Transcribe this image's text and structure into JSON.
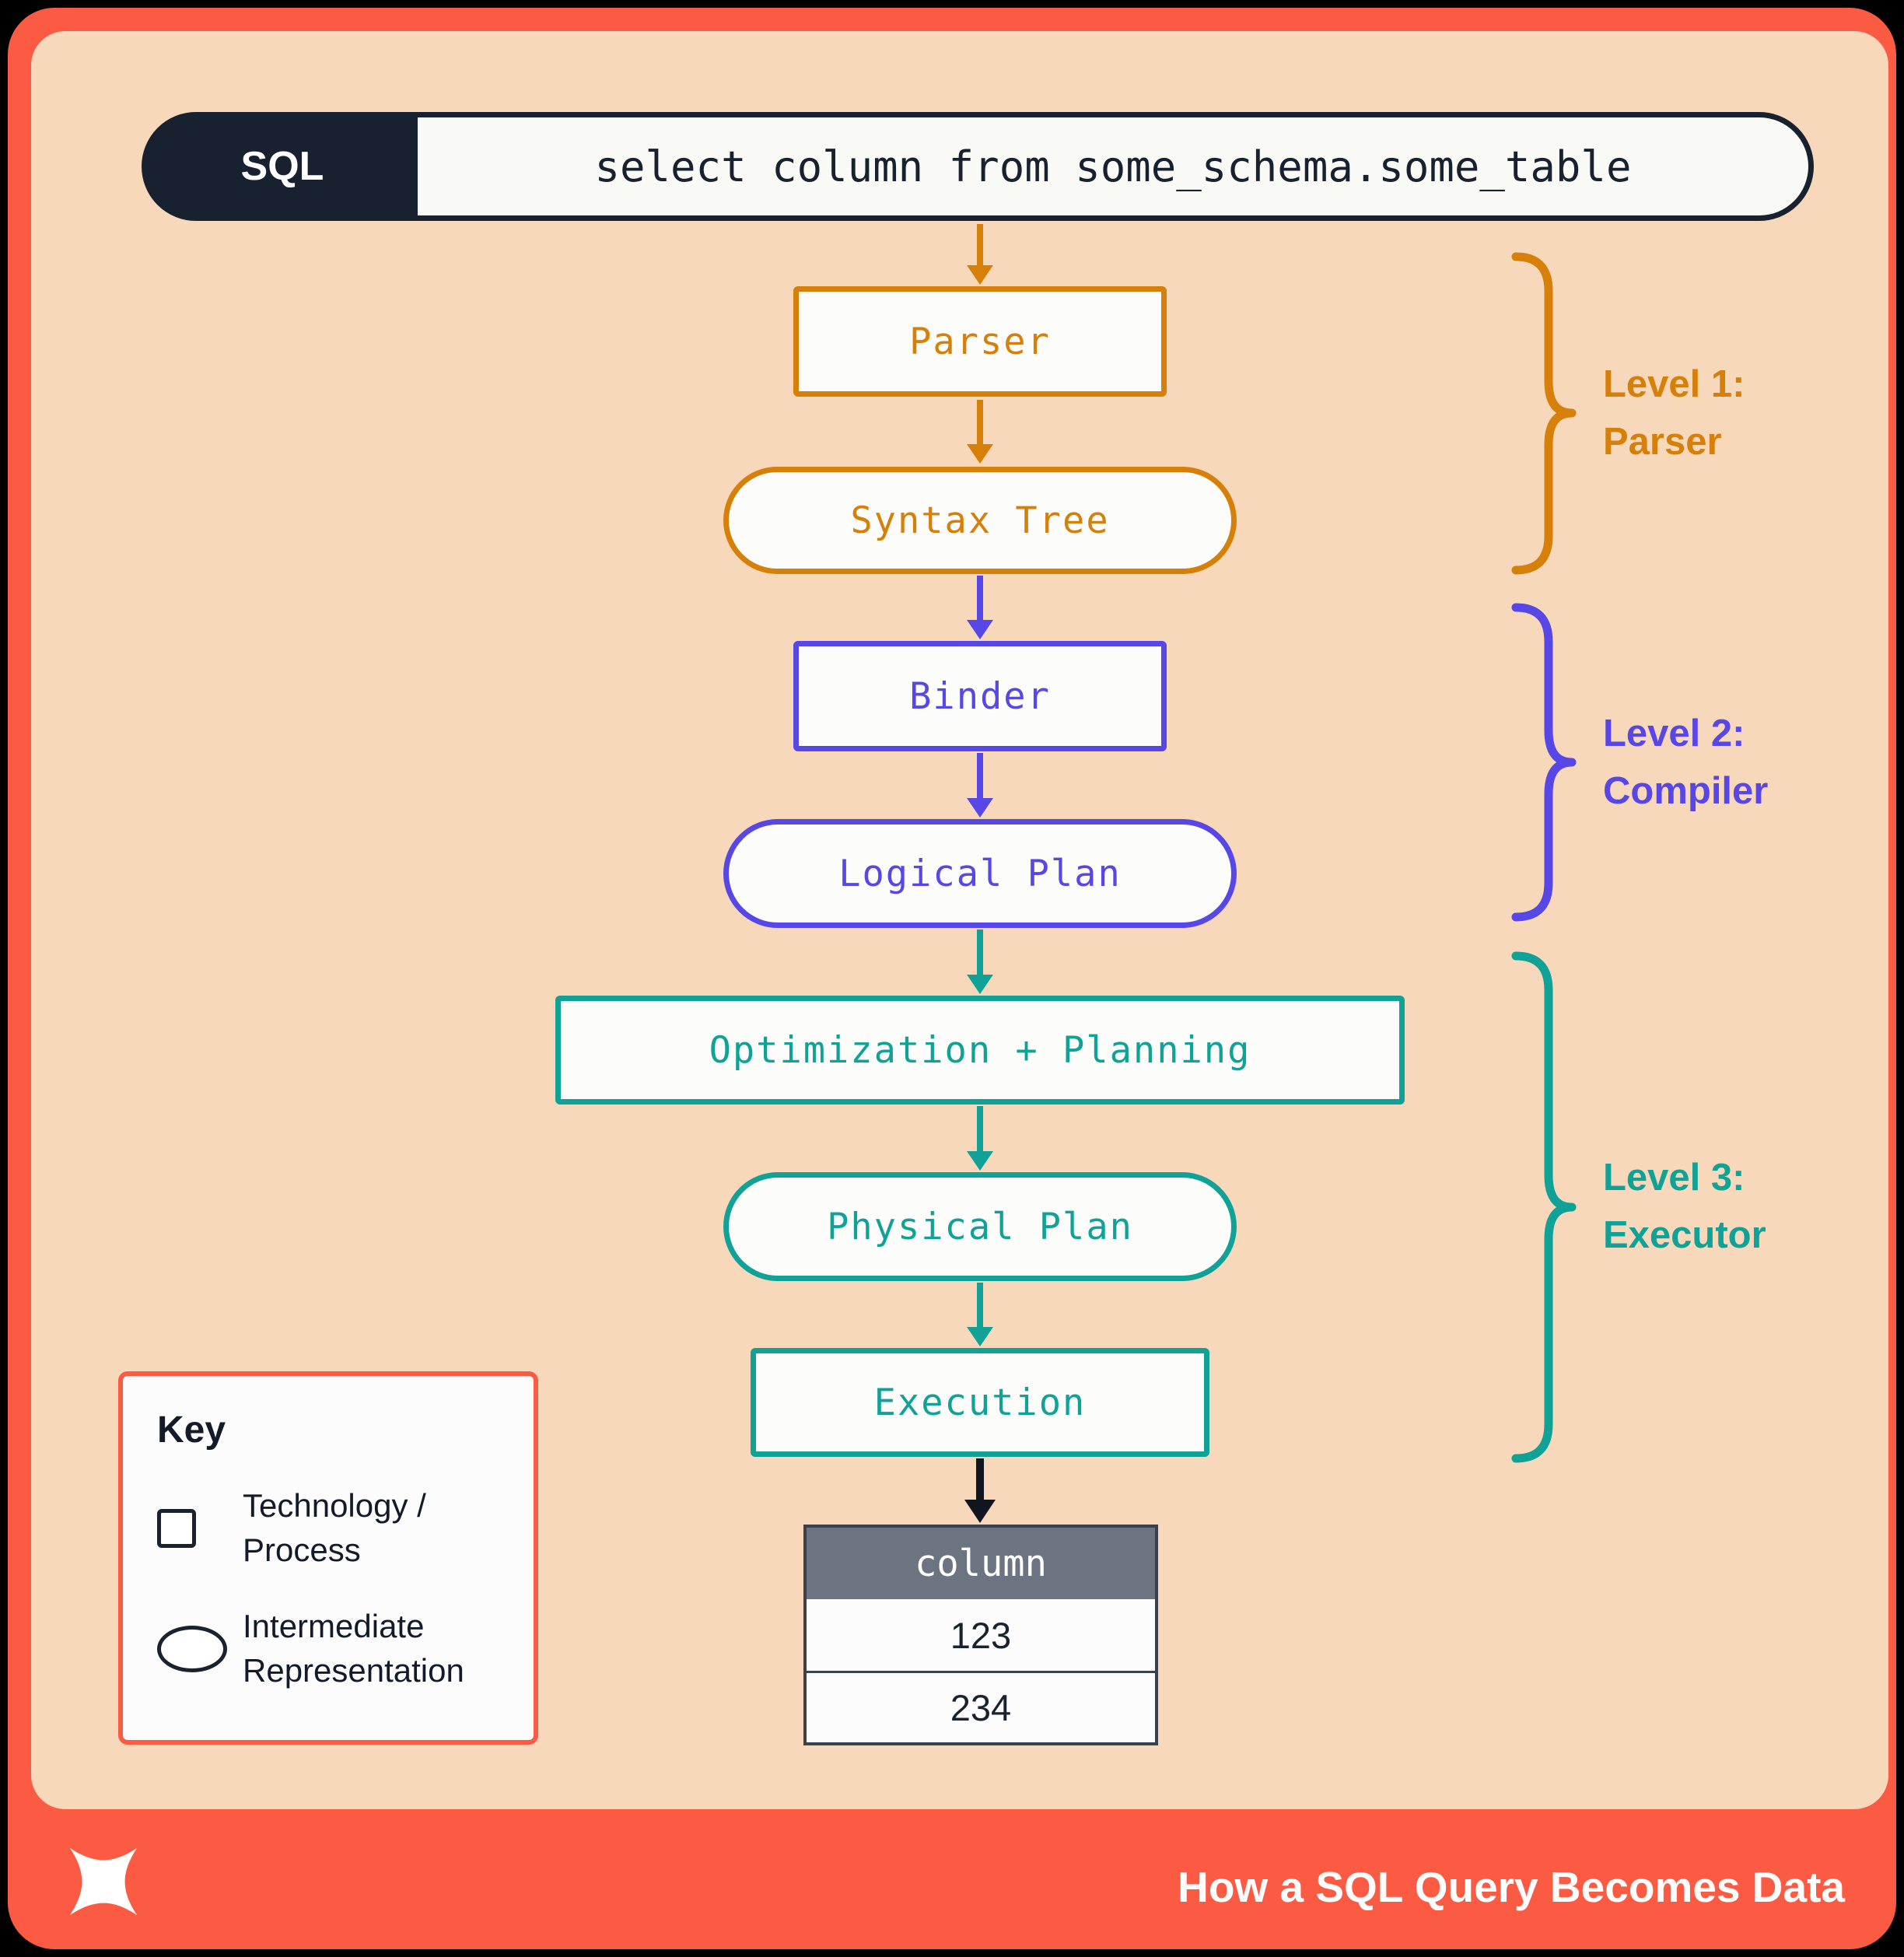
{
  "colors": {
    "frame": "#FB5B43",
    "background": "#F8D8BB",
    "navy": "#18212F",
    "orange": "#D6800A",
    "purple": "#5747E6",
    "teal": "#10A296",
    "table_header_gray": "#6B7480"
  },
  "sql_bar": {
    "tag": "SQL",
    "query": "select column from some_schema.some_table"
  },
  "flow": {
    "parser": "Parser",
    "syntax_tree": "Syntax Tree",
    "binder": "Binder",
    "logical_plan": "Logical Plan",
    "optimization": "Optimization + Planning",
    "physical_plan": "Physical Plan",
    "execution": "Execution"
  },
  "levels": [
    {
      "line1": "Level 1:",
      "line2": "Parser"
    },
    {
      "line1": "Level 2:",
      "line2": "Compiler"
    },
    {
      "line1": "Level 3:",
      "line2": "Executor"
    }
  ],
  "result_table": {
    "header": "column",
    "rows": [
      "123",
      "234"
    ]
  },
  "key": {
    "title": "Key",
    "items": [
      {
        "icon": "square",
        "line1": "Technology /",
        "line2": "Process"
      },
      {
        "icon": "oval",
        "line1": "Intermediate",
        "line2": "Representation"
      }
    ]
  },
  "footer": {
    "title": "How a SQL Query Becomes Data"
  }
}
